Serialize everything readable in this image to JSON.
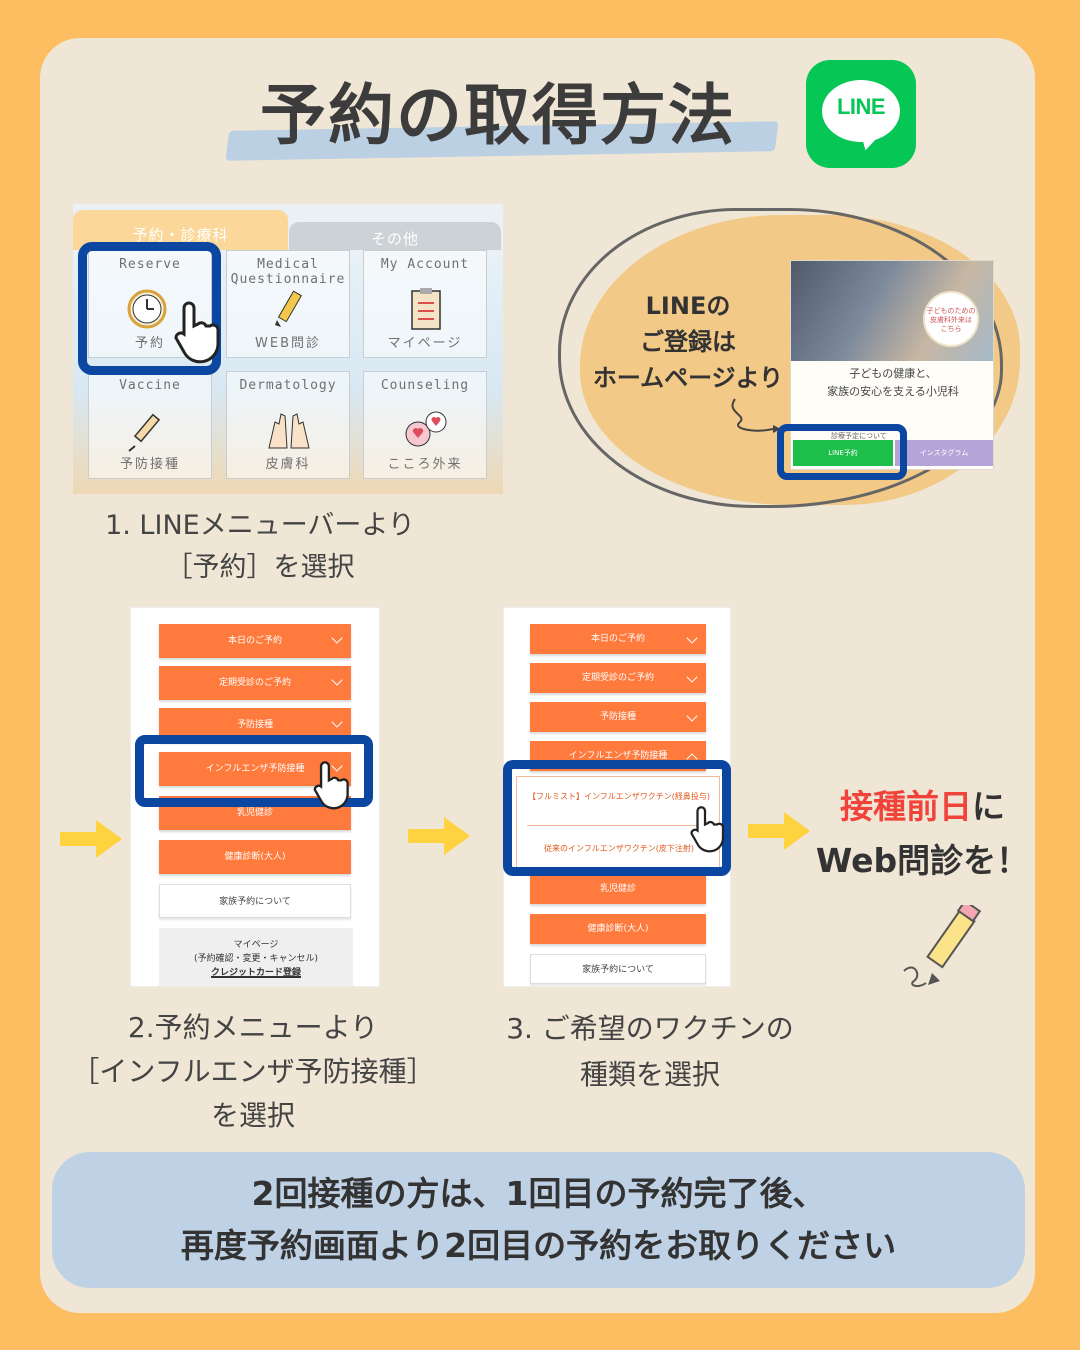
{
  "title": "予約の取得方法",
  "line_logo": {
    "text": "LINE",
    "color": "#06C755"
  },
  "menu": {
    "tab_active": "予約・診療科",
    "tab_other": "その他",
    "cells": [
      {
        "en": "Reserve",
        "jp": "予約",
        "icon": "clock-icon"
      },
      {
        "en": "Medical Questionnaire",
        "jp": "WEB問診",
        "icon": "pencil-icon"
      },
      {
        "en": "My Account",
        "jp": "マイページ",
        "icon": "clipboard-icon"
      },
      {
        "en": "Vaccine",
        "jp": "予防接種",
        "icon": "syringe-icon"
      },
      {
        "en": "Dermatology",
        "jp": "皮膚科",
        "icon": "hands-icon"
      },
      {
        "en": "Counseling",
        "jp": "こころ外来",
        "icon": "hearts-icon"
      }
    ]
  },
  "step1": {
    "line1": "1. LINEメニューバーより",
    "line2": "［予約］を選択"
  },
  "hp": {
    "label": [
      "LINEの",
      "ご登録は",
      "ホームページより"
    ],
    "badge": [
      "子どものための",
      "皮膚科外来は",
      "こちら"
    ],
    "tagline1": "子どもの健康と、",
    "tagline2": "家族の安心を支える小児科",
    "notice": "診療予定について",
    "line_btn": "LINE予約",
    "insta_btn": "インスタグラム"
  },
  "list1": {
    "items": [
      "本日のご予約",
      "定期受診のご予約",
      "予防接種",
      "インフルエンザ予防接種",
      "乳児健診",
      "健康診断(大人)"
    ],
    "family": "家族予約について",
    "mypage_title": "マイページ",
    "mypage_sub": "(予約確認・変更・キャンセル)",
    "mypage_card": "クレジットカード登録"
  },
  "list2": {
    "items": [
      "本日のご予約",
      "定期受診のご予約",
      "予防接種",
      "インフルエンザ予防接種"
    ],
    "sub1": "【フルミスト】インフルエンザワクチン(経鼻投与)",
    "sub2": "従来のインフルエンザワクチン(皮下注射)",
    "items_after": [
      "乳児健診",
      "健康診断(大人)"
    ],
    "family": "家族予約について"
  },
  "step2": {
    "line1": "2.予約メニューより",
    "line2": "［インフルエンザ予防接種］",
    "line3": "を選択"
  },
  "step3": {
    "line1": "3. ご希望のワクチンの",
    "line2": "種類を選択"
  },
  "web_note": {
    "red1": "接種前日",
    "tail1": "に",
    "line2": "Web問診を！"
  },
  "banner": {
    "line1": "2回接種の方は、1回目の予約完了後、",
    "line2": "再度予約画面より2回目の予約をお取りください"
  },
  "colors": {
    "accent_orange": "#FF7A3D",
    "select_blue": "#0B47A1",
    "line_green": "#06C755"
  }
}
